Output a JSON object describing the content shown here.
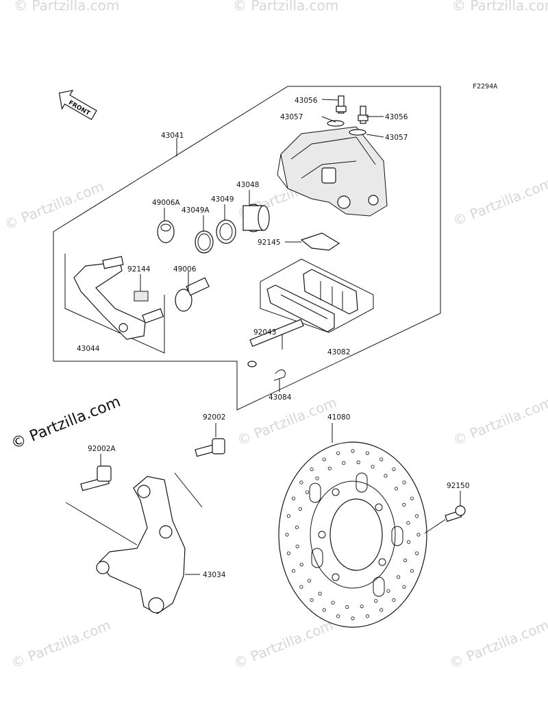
{
  "figure_code": "F2294A",
  "front_label": "FRONT",
  "watermark": "© Partzilla.com",
  "parts": {
    "p43056a": "43056",
    "p43056b": "43056",
    "p43057a": "43057",
    "p43057b": "43057",
    "p43041": "43041",
    "p43048": "43048",
    "p49006A": "49006A",
    "p43049A": "43049A",
    "p43049": "43049",
    "p92145": "92145",
    "p92144": "92144",
    "p49006": "49006",
    "p43044": "43044",
    "p92043": "92043",
    "p43082": "43082",
    "p43084": "43084",
    "p92002": "92002",
    "p41080": "41080",
    "p92002A": "92002A",
    "p92150": "92150",
    "p43034": "43034"
  },
  "colors": {
    "line": "#111111",
    "watermark": "#d6d6d6",
    "background": "#ffffff"
  }
}
